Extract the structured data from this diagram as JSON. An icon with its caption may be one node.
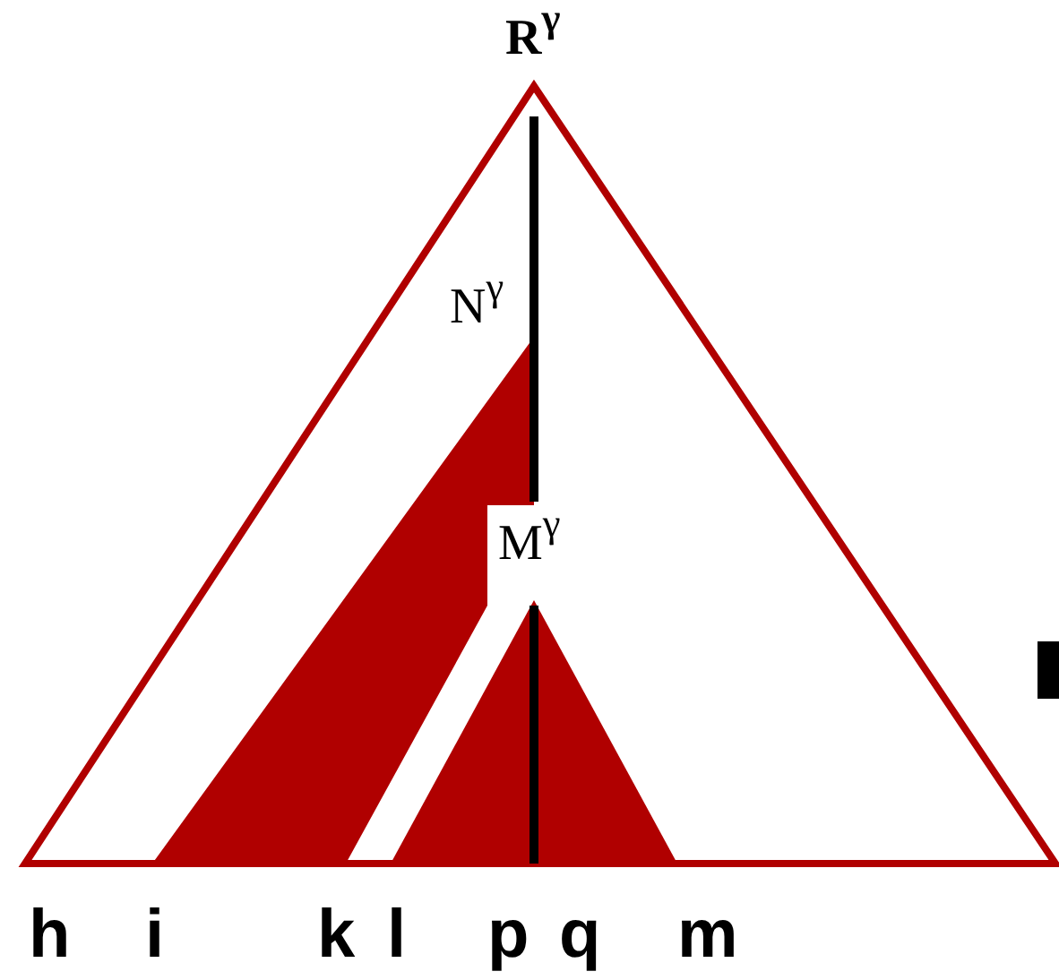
{
  "diagram": {
    "labels": [
      "R$^{γ}$",
      "N$^{γ}$",
      "M$^{γ}$",
      "h",
      "i",
      "k",
      "l",
      "p",
      "q",
      "m"
    ]
  }
}
